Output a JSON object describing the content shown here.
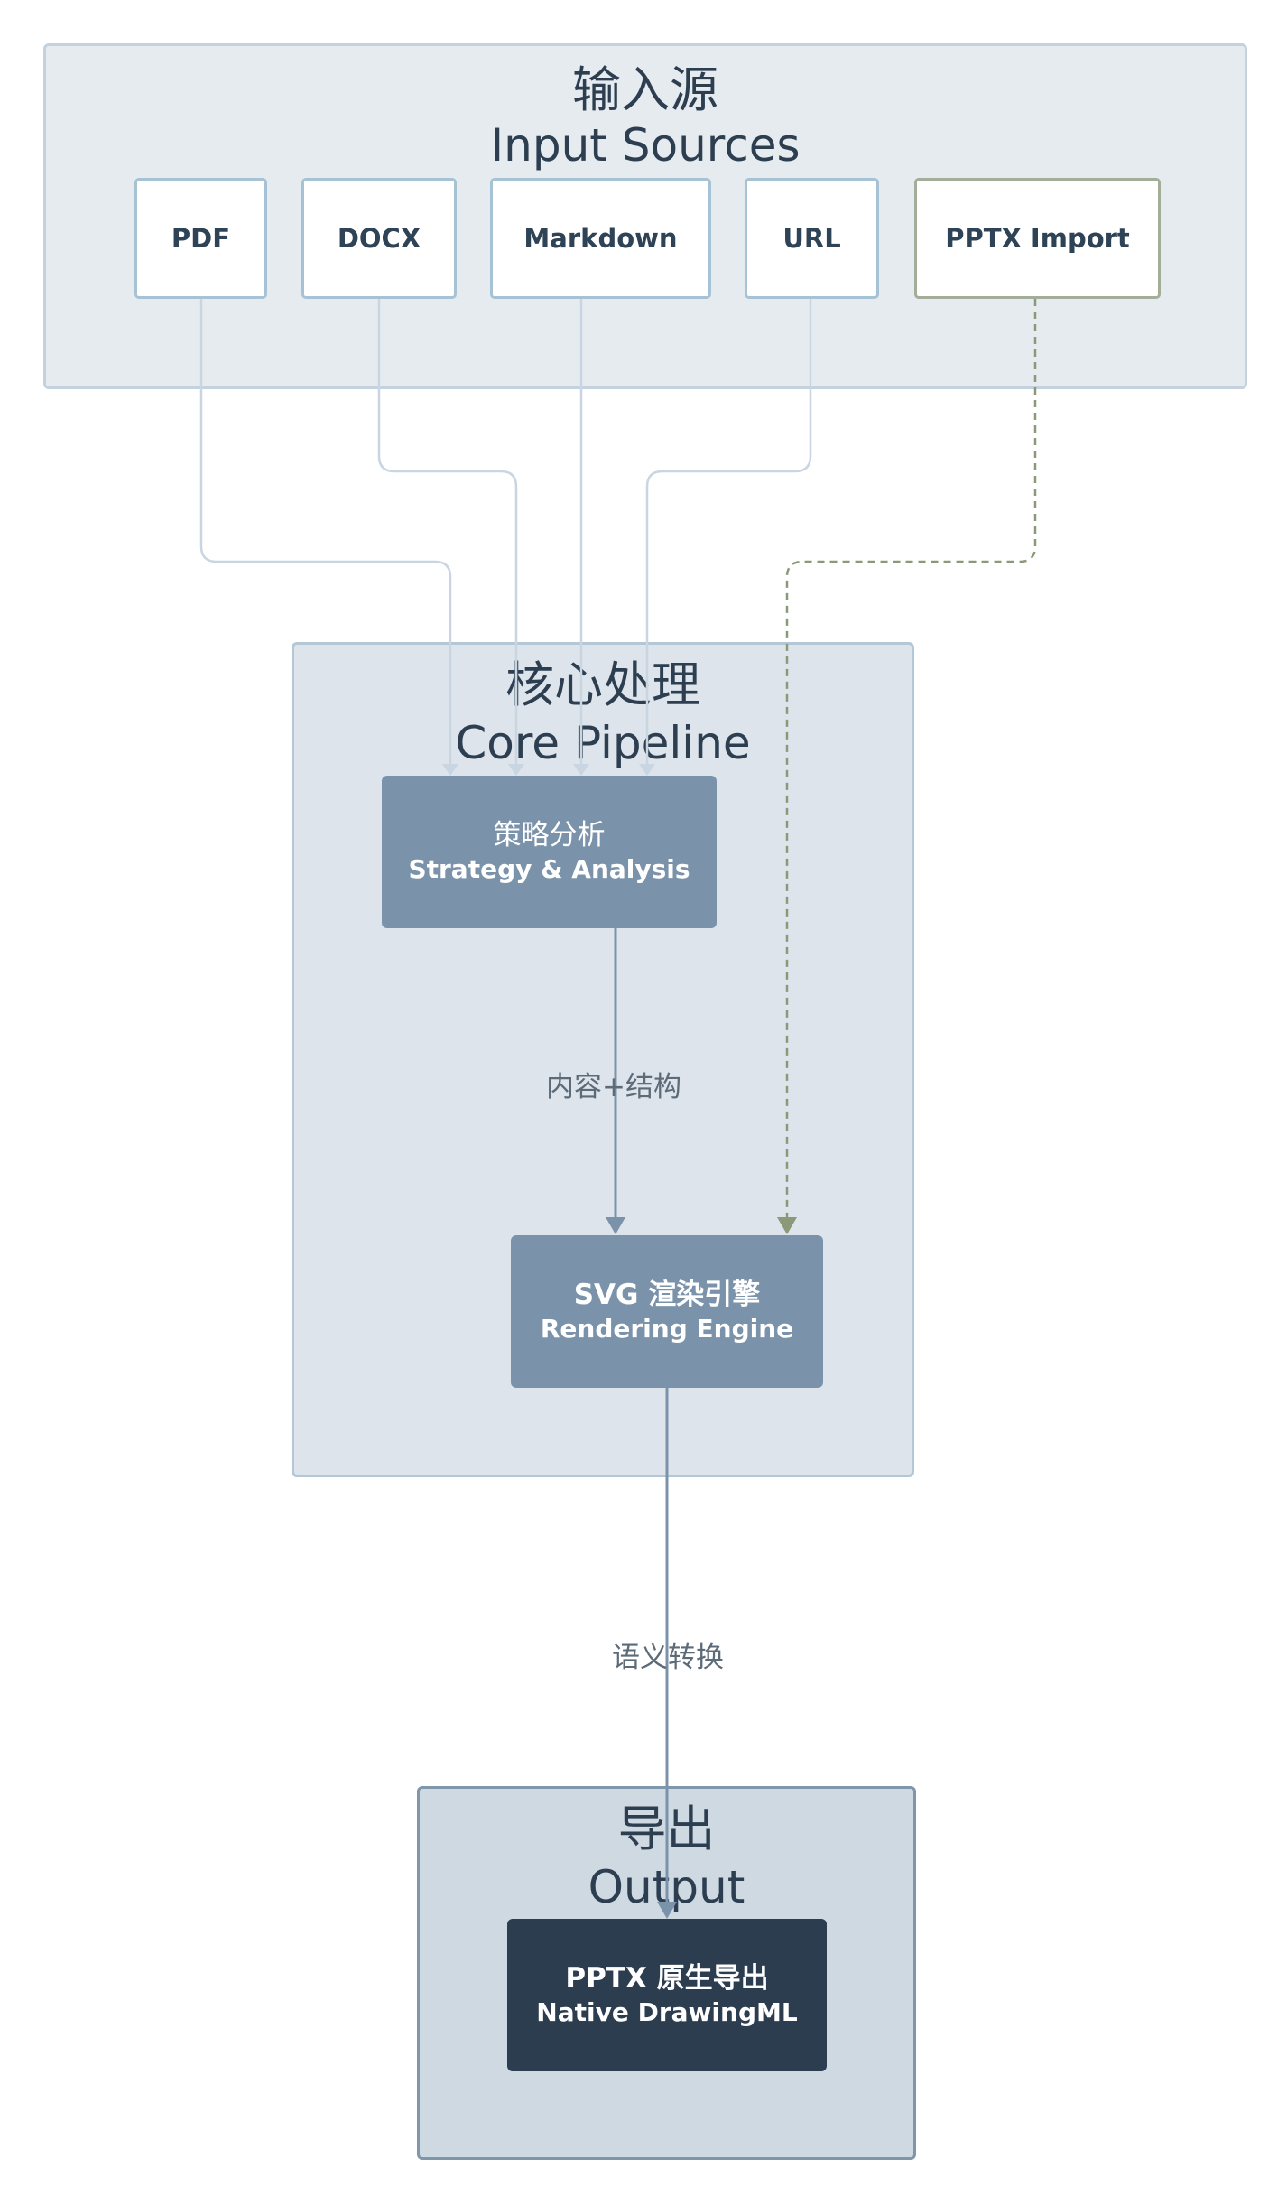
{
  "groups": {
    "input": {
      "title_zh": "输入源",
      "title_en": "Input Sources"
    },
    "core": {
      "title_zh": "核心处理",
      "title_en": "Core Pipeline"
    },
    "output": {
      "title_zh": "导出",
      "title_en": "Output"
    }
  },
  "sources": {
    "pdf": "PDF",
    "docx": "DOCX",
    "markdown": "Markdown",
    "url": "URL",
    "pptx_import": "PPTX Import"
  },
  "nodes": {
    "analysis": {
      "zh": "策略分析",
      "en": "Strategy & Analysis"
    },
    "render": {
      "zh": "SVG 渲染引擎",
      "en": "Rendering Engine"
    },
    "export": {
      "zh": "PPTX 原生导出",
      "en": "Native DrawingML"
    }
  },
  "edge_labels": {
    "content_structure": "内容+结构",
    "semantic_conversion": "语义转换"
  },
  "colors": {
    "input_group_fill": "#e6ebf0",
    "core_group_fill": "#dde4eb",
    "output_group_fill": "#cfd9e2",
    "process_node": "#7b93aa",
    "export_node": "#2c3d50",
    "pptx_import_accent": "#8a9a78"
  }
}
